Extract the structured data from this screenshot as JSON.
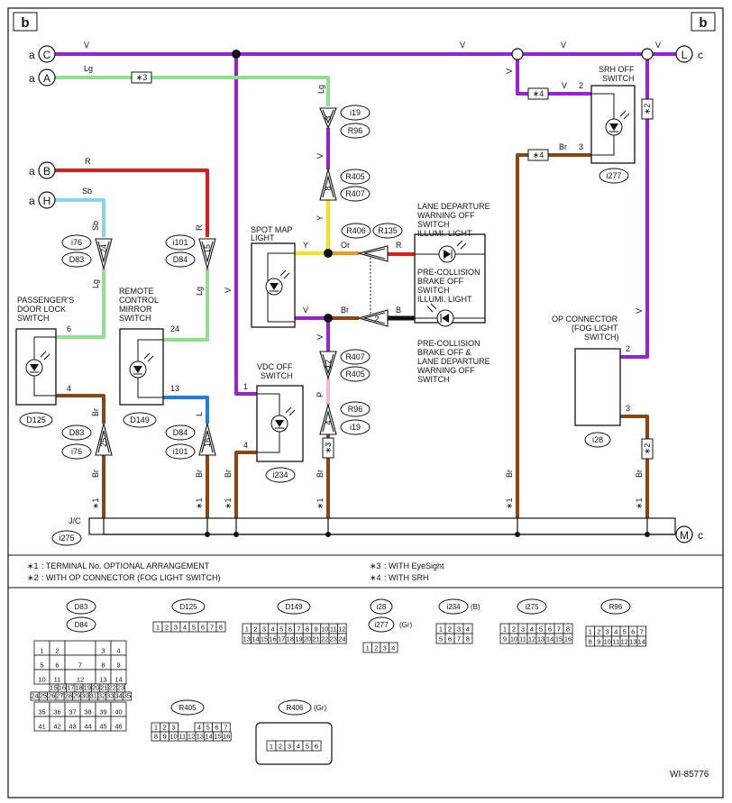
{
  "section_tag": "b",
  "connectors": {
    "left": [
      {
        "from": "a",
        "letter": "C"
      },
      {
        "from": "a",
        "letter": "A"
      },
      {
        "from": "a",
        "letter": "B"
      },
      {
        "from": "a",
        "letter": "H"
      }
    ],
    "L": {
      "letter": "L",
      "to": "c"
    },
    "M": {
      "letter": "M",
      "to": "c"
    }
  },
  "wires": {
    "V": "V",
    "Lg": "Lg",
    "R": "R",
    "Sb": "Sb",
    "Y": "Y",
    "Or": "Or",
    "B": "B",
    "Br": "Br",
    "P": "P",
    "L": "L"
  },
  "wire_colors": {
    "V": "#9b1fd3",
    "Lg": "#8ee08e",
    "R": "#e01b1b",
    "Sb": "#7fd8ec",
    "Y": "#f1e21a",
    "Or": "#f29a1e",
    "B": "#111111",
    "Br": "#8b4513",
    "P": "#f7b6d8",
    "L": "#1d7fe0"
  },
  "markers": {
    "star1": "∗1",
    "star2": "∗2",
    "star3": "∗3",
    "star4": "∗4"
  },
  "refs": {
    "i19": "i19",
    "R96": "R96",
    "R405": "R405",
    "R407": "R407",
    "R406": "R406",
    "R135": "R135",
    "i76": "i76",
    "D83": "D83",
    "i101": "i101",
    "D84": "D84",
    "D125": "D125",
    "D149": "D149",
    "i234": "i234",
    "i275": "i275",
    "i277": "i277",
    "i28": "i28"
  },
  "pins": {
    "p3": "3",
    "p8": "8",
    "p24": "24",
    "p15": "15",
    "p6": "6",
    "p4": "4",
    "p13": "13",
    "p1": "1",
    "p2": "2",
    "p12": "12",
    "p25": "25",
    "p16": "16",
    "p2b": "2",
    "p3b": "3"
  },
  "components": {
    "spot_map": [
      "SPOT MAP",
      "LIGHT"
    ],
    "lane": [
      "LANE DEPARTURE",
      "WARNING OFF",
      "SWITCH",
      "ILLUMI. LIGHT"
    ],
    "pcb_illumi": [
      "PRE-COLLISION",
      "BRAKE OFF",
      "SWITCH",
      "ILLUMI. LIGHT"
    ],
    "pcb_lane": [
      "PRE-COLLISION",
      "BRAKE OFF &",
      "LANE DEPARTURE",
      "WARNING OFF",
      "SWITCH"
    ],
    "passenger": [
      "PASSENGER'S",
      "DOOR LOCK",
      "SWITCH"
    ],
    "mirror": [
      "REMOTE",
      "CONTROL",
      "MIRROR",
      "SWITCH"
    ],
    "vdc": [
      "VDC OFF",
      "SWITCH"
    ],
    "srh": [
      "SRH OFF",
      "SWITCH"
    ],
    "op": [
      "OP CONNECTOR",
      "(FOG LIGHT",
      "SWITCH)"
    ],
    "jc": "J/C"
  },
  "notes": [
    {
      "mark": "∗1",
      "text": ": TERMINAL No. OPTIONAL ARRANGEMENT"
    },
    {
      "mark": "∗2",
      "text": ": WITH OP CONNECTOR (FOG LIGHT SWITCH)"
    },
    {
      "mark": "∗3",
      "text": ": WITH EyeSight"
    },
    {
      "mark": "∗4",
      "text": ": WITH SRH"
    }
  ],
  "connector_views": {
    "d83_title": "D83",
    "d84_title": "D84",
    "d83_cells": [
      "1",
      "2",
      "3",
      "4",
      "5",
      "6",
      "7",
      "8",
      "9",
      "10",
      "11",
      "12",
      "13",
      "14",
      "15",
      "16",
      "17",
      "18",
      "19",
      "20",
      "21",
      "22",
      "23",
      "24",
      "25",
      "26",
      "27",
      "28",
      "29",
      "30",
      "31",
      "32",
      "33",
      "34",
      "35",
      "36",
      "37",
      "38",
      "39",
      "40",
      "41",
      "42",
      "43",
      "44",
      "45",
      "46"
    ],
    "d125_title": "D125",
    "d125_cells": [
      "1",
      "2",
      "3",
      "4",
      "5",
      "6",
      "7",
      "8"
    ],
    "d149_title": "D149",
    "d149_cells": [
      "1",
      "2",
      "3",
      "4",
      "5",
      "6",
      "7",
      "8",
      "9",
      "10",
      "11",
      "12",
      "13",
      "14",
      "15",
      "16",
      "17",
      "18",
      "19",
      "20",
      "21",
      "22",
      "23",
      "24"
    ],
    "i28_title": "i28",
    "i277_title": "i277",
    "i277_tag": "(Gr)",
    "i28_cells": [
      "1",
      "2",
      "3",
      "4"
    ],
    "i234_title": "i234",
    "i234_tag": "(B)",
    "i234_cells": [
      "1",
      "2",
      "3",
      "4",
      "5",
      "6",
      "7",
      "8"
    ],
    "i275_title": "i275",
    "i275_cells": [
      "1",
      "2",
      "3",
      "4",
      "5",
      "6",
      "7",
      "8",
      "9",
      "10",
      "11",
      "12",
      "13",
      "14",
      "15",
      "16"
    ],
    "r96_title": "R96",
    "r96_cells": [
      "1",
      "2",
      "3",
      "4",
      "5",
      "6",
      "7",
      "8",
      "9",
      "10",
      "11",
      "12",
      "13",
      "14"
    ],
    "r405_title": "R405",
    "r405_cells": [
      "1",
      "2",
      "3",
      "4",
      "5",
      "6",
      "7",
      "8",
      "9",
      "10",
      "11",
      "12",
      "13",
      "14",
      "15",
      "16"
    ],
    "r406_title": "R406",
    "r406_tag": "(Gr)",
    "r406_cells": [
      "1",
      "2",
      "3",
      "4",
      "5",
      "6"
    ]
  },
  "figure_id": "WI-85776"
}
